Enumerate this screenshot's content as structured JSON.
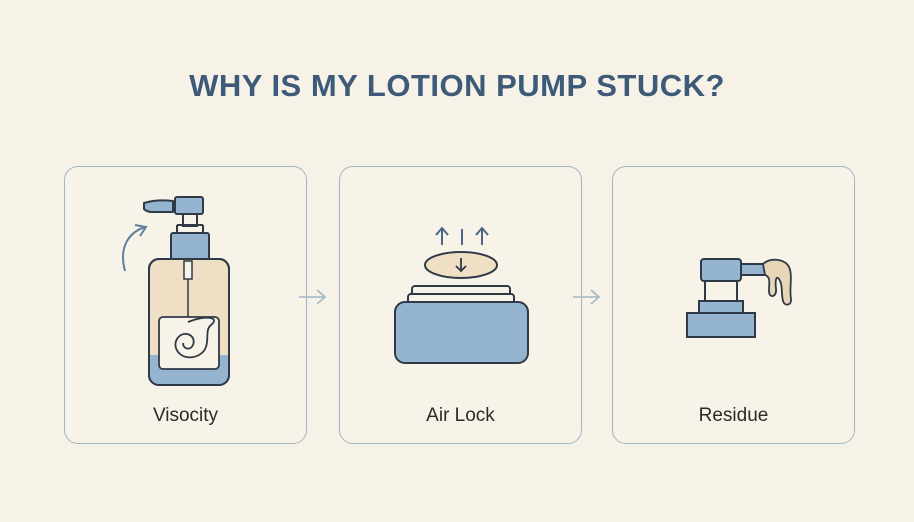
{
  "title": "WHY IS MY LOTION PUMP STUCK?",
  "cards": [
    {
      "label": "Visocity",
      "icon": "lotion-pump-bottle-icon"
    },
    {
      "label": "Air Lock",
      "icon": "jar-air-lock-icon"
    },
    {
      "label": "Residue",
      "icon": "pump-residue-icon"
    }
  ],
  "colors": {
    "title": "#3d5a78",
    "background": "#f7f2e7",
    "card_border": "#9fb6c6",
    "blue_fill": "#95b4cf",
    "cream_fill": "#efe0c5",
    "outline": "#2e3a46"
  }
}
